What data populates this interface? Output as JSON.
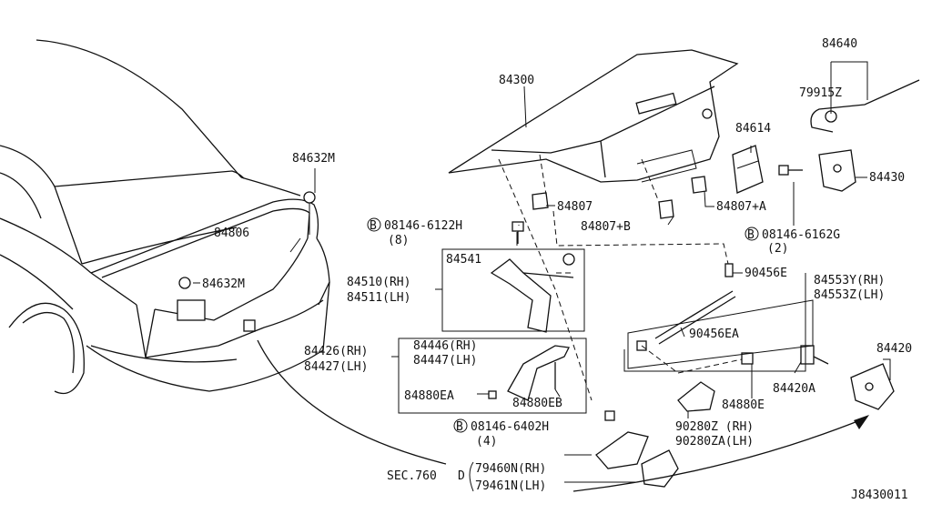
{
  "diagram": {
    "labels": {
      "l84300": "84300",
      "l84640": "84640",
      "l79915Z": "79915Z",
      "l84632M_a": "84632M",
      "l84632M_b": "84632M",
      "l84806": "84806",
      "l84614": "84614",
      "l84430": "84430",
      "l84807": "84807",
      "l84807A": "84807+A",
      "l84807B": "84807+B",
      "b_08146_6122H": "08146-6122H",
      "q8": "(8)",
      "b_08146_6162G": "08146-6162G",
      "q2": "(2)",
      "l84541": "84541",
      "l84510": "84510(RH)",
      "l84511": "84511(LH)",
      "l90456E": "90456E",
      "l84553Y": "84553Y(RH)",
      "l84553Z": "84553Z(LH)",
      "l90456EA": "90456EA",
      "l84426": "84426(RH)",
      "l84427": "84427(LH)",
      "l84446": "84446(RH)",
      "l84447": "84447(LH)",
      "l84880EA": "84880EA",
      "l84880EB": "84880EB",
      "l84880E": "84880E",
      "l84420": "84420",
      "l84420A": "84420A",
      "l90280Z": "90280Z (RH)",
      "l90280ZA": "90280ZA(LH)",
      "b_08146_6402H": "08146-6402H",
      "q4": "(4)",
      "sec": "SEC.760",
      "l79460N": "79460N(RH)",
      "l79461N": "79461N(LH)",
      "diagram_id": "J8430011"
    },
    "bolt_prefix": "B",
    "bracket_letter": "D"
  }
}
